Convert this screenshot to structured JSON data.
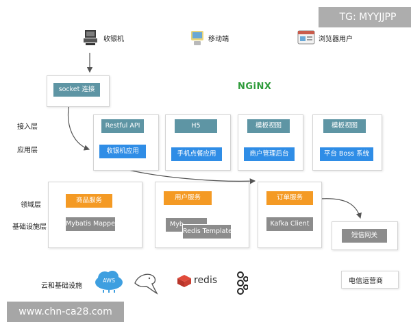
{
  "clients": {
    "cashier": "收银机",
    "mobile": "移动端",
    "browser": "浏览器用户"
  },
  "socket_label": "socket 连接",
  "nginx_logo": "NGiNX",
  "layers": {
    "access": "接入层",
    "application": "应用层",
    "domain": "领域层",
    "infrastructure": "基础设施层",
    "cloud": "云和基础设施"
  },
  "access_apps": [
    {
      "top": "Restful API",
      "bottom": "收银机应用"
    },
    {
      "top": "H5",
      "bottom": "手机点餐应用"
    },
    {
      "top": "模板视图",
      "bottom": "商户管理后台"
    },
    {
      "top": "模板视图",
      "bottom": "平台 Boss 系统"
    }
  ],
  "domain_services": [
    {
      "service": "商品服务",
      "infra": "Mybatis Mapper"
    },
    {
      "service": "用户服务",
      "infra_back": "Myb",
      "infra": "Redis Template"
    },
    {
      "service": "订单服务",
      "infra": "Kafka Client"
    }
  ],
  "sms_gateway": "短信网关",
  "telecom": "电信运营商",
  "cloud_logos": {
    "cloud_text": "AWS",
    "redis": "redis"
  },
  "watermarks": {
    "top_right": "TG: MYYJJPP",
    "bottom_left": "www.chn-ca28.com"
  },
  "colors": {
    "teal": "#5e95a4",
    "blue": "#2f8de6",
    "orange": "#f49a24",
    "gray": "#8c8c8c",
    "nginx_green": "#2d9b3a"
  }
}
